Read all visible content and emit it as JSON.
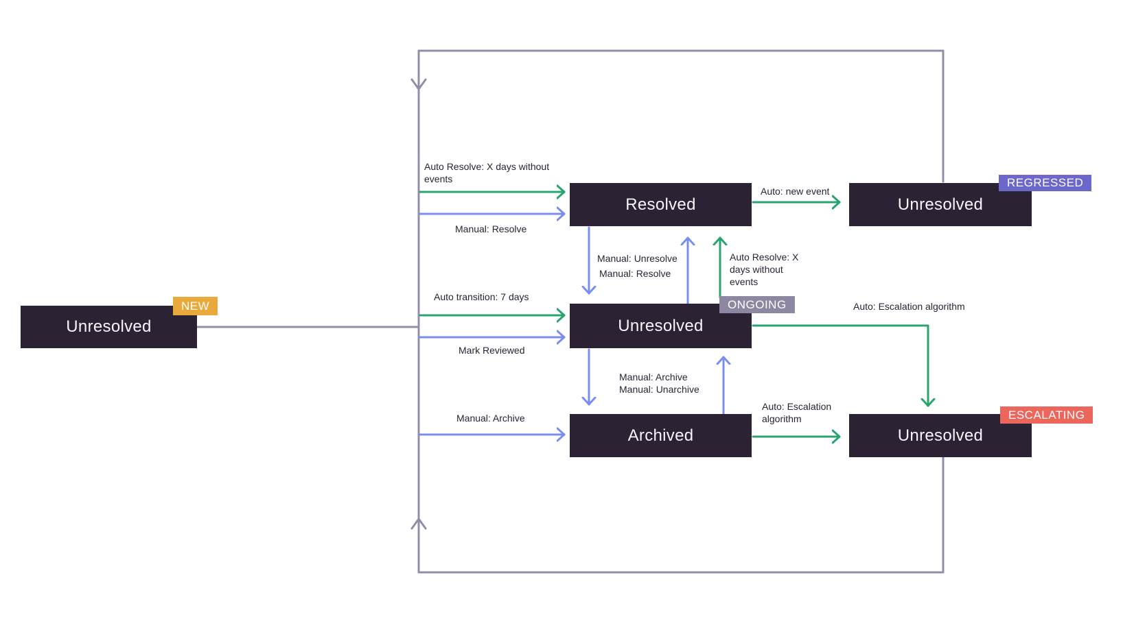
{
  "colors": {
    "background": "#ffffff",
    "box_fill": "#2b2233",
    "box_text": "#f6f5fa",
    "auto_green": "#27a56d",
    "manual_blue": "#7a8ef2",
    "loop_gray": "#948da6",
    "label_text": "#2b2233",
    "badge_new": "#e9a93b",
    "badge_regressed": "#6c68cb",
    "badge_ongoing": "#8e87a1",
    "badge_escalating": "#ec665c",
    "badge_text": "#ffffff"
  },
  "nodes": {
    "new": {
      "label": "Unresolved",
      "badge": "NEW"
    },
    "resolved": {
      "label": "Resolved"
    },
    "regressed": {
      "label": "Unresolved",
      "badge": "REGRESSED"
    },
    "ongoing": {
      "label": "Unresolved",
      "badge": "ONGOING"
    },
    "archived": {
      "label": "Archived"
    },
    "escalating": {
      "label": "Unresolved",
      "badge": "ESCALATING"
    }
  },
  "edges": {
    "auto_resolve_to_resolved": {
      "label": "Auto Resolve: X days without\nevents",
      "type": "auto"
    },
    "manual_resolve_to_resolved": {
      "label": "Manual: Resolve",
      "type": "manual"
    },
    "auto_new_event": {
      "label": "Auto: new event",
      "type": "auto"
    },
    "manual_unresolve": {
      "label": "Manual: Unresolve",
      "type": "manual"
    },
    "manual_resolve_up": {
      "label": "Manual: Resolve",
      "type": "manual"
    },
    "auto_resolve_from_ongoing": {
      "label": "Auto Resolve: X\ndays without\nevents",
      "type": "auto"
    },
    "auto_transition": {
      "label": "Auto transition: 7 days",
      "type": "auto"
    },
    "mark_reviewed": {
      "label": "Mark Reviewed",
      "type": "manual"
    },
    "auto_escalation_from_ongoing": {
      "label": "Auto: Escalation algorithm",
      "type": "auto"
    },
    "manual_archive_unarchive": {
      "label": "Manual: Archive\nManual: Unarchive",
      "type": "manual"
    },
    "manual_archive_left": {
      "label": "Manual: Archive",
      "type": "manual"
    },
    "auto_escalation_from_archived": {
      "label": "Auto: Escalation\nalgorithm",
      "type": "auto"
    }
  }
}
